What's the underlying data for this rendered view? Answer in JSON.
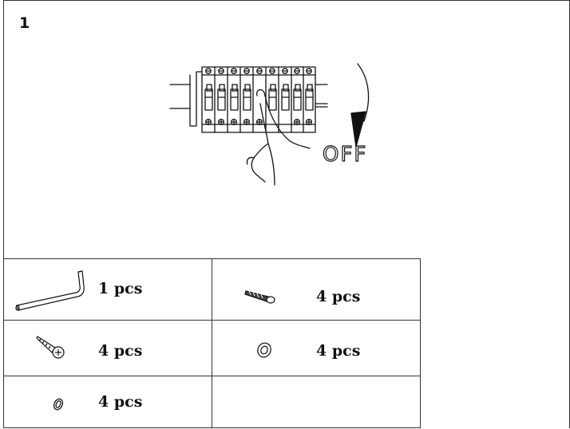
{
  "step": {
    "number": "1"
  },
  "illustration": {
    "switch_state_label": "OFF"
  },
  "parts": [
    {
      "icon": "hex-key-icon",
      "quantity": "1 pcs"
    },
    {
      "icon": "wall-anchor-icon",
      "quantity": "4 pcs"
    },
    {
      "icon": "screw-icon",
      "quantity": "4 pcs"
    },
    {
      "icon": "flat-washer-icon",
      "quantity": "4 pcs"
    },
    {
      "icon": "washer-icon",
      "quantity": "4 pcs"
    }
  ]
}
